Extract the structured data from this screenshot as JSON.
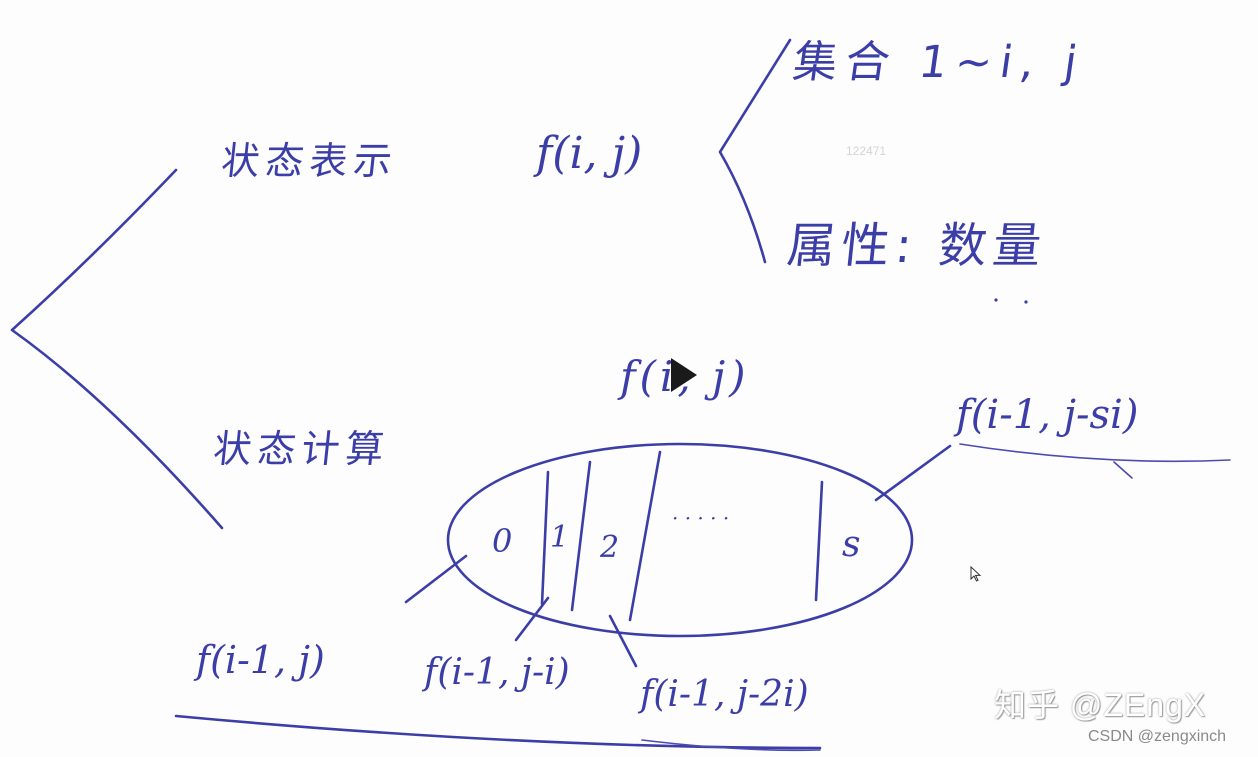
{
  "whiteboard": {
    "branch_top_label": "状态表示",
    "top_function": "f(i, j)",
    "sub_branch_set": "集合 1~i, j",
    "sub_branch_attr": "属性: 数量",
    "branch_bottom_label": "状态计算",
    "bottom_function": "f(i, j)",
    "far_right_term": "f(i-1, j-si)",
    "partition_cells": [
      "0",
      "1",
      "2",
      "· · · · ·",
      "s"
    ],
    "bottom_terms": [
      "f(i-1, j)",
      "f(i-1, j-i)",
      "f(i-1, j-2i)"
    ]
  },
  "video_id": "122471",
  "watermark": {
    "zhihu": "知乎 @ZEngX",
    "csdn": "CSDN @zengxinch"
  },
  "colors": {
    "ink": "#3c3ea8",
    "background": "#fdfdfd",
    "play_button": "#1a1a1a"
  },
  "icons": {
    "play": "play-icon",
    "cursor": "mouse-pointer-icon"
  }
}
